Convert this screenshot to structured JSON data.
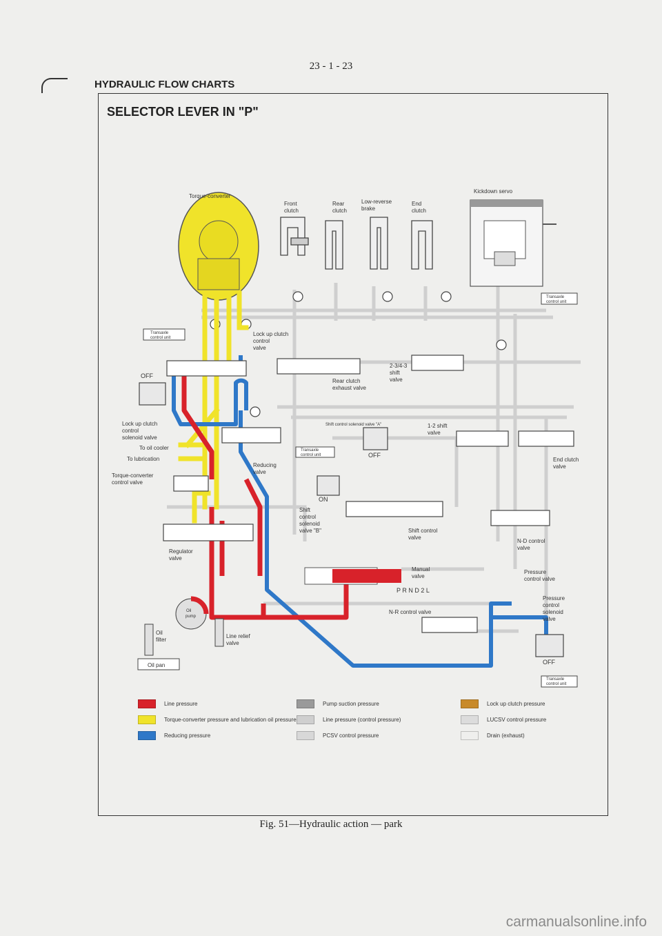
{
  "page": {
    "number": "23 - 1 - 23",
    "section_title": "HYDRAULIC FLOW CHARTS",
    "caption": "Fig. 51—Hydraulic action — park",
    "watermark": "carmanualsonline.info"
  },
  "diagram": {
    "title": "SELECTOR LEVER IN \"P\"",
    "labels": {
      "torque_converter": "Torque-converter",
      "front_clutch": [
        "Front",
        "clutch"
      ],
      "rear_clutch": [
        "Rear",
        "clutch"
      ],
      "low_reverse_brake": [
        "Low-reverse",
        "brake"
      ],
      "end_clutch": [
        "End",
        "clutch"
      ],
      "kickdown_servo": "Kickdown servo",
      "transaxle_unit": [
        "Transaxle",
        "control unit"
      ],
      "lock_up_clutch_control_valve": [
        "Lock up clutch",
        "control",
        "valve"
      ],
      "off_1": "OFF",
      "shift_valve_234": [
        "2-3/4-3",
        "shift",
        "valve"
      ],
      "rear_clutch_exhaust_valve": [
        "Rear clutch",
        "exhaust valve"
      ],
      "lock_up_solenoid": [
        "Lock up clutch",
        "control",
        "solenoid valve"
      ],
      "to_oil_cooler": "To oil cooler",
      "to_lubrication": "To lubrication",
      "shift_solenoid_a": "Shift control solenoid valve \"A\"",
      "off_2": "OFF",
      "shift_valve_12": [
        "1-2 shift",
        "valve"
      ],
      "end_clutch_valve": [
        "End clutch",
        "valve"
      ],
      "reducing_valve": [
        "Reducing",
        "valve"
      ],
      "tc_control_valve": [
        "Torque-converter",
        "control valve"
      ],
      "on": "ON",
      "shift_solenoid_b": [
        "Shift",
        "control",
        "solenoid",
        "valve \"B\""
      ],
      "shift_control_valve": [
        "Shift control",
        "valve"
      ],
      "nd_control_valve": [
        "N-D control",
        "valve"
      ],
      "regulator_valve": [
        "Regulator",
        "valve"
      ],
      "manual_valve": [
        "Manual",
        "valve"
      ],
      "prnd2l": "P R N D 2 L",
      "pressure_control_valve": [
        "Pressure",
        "control valve"
      ],
      "pcsv": [
        "Pressure",
        "control",
        "solenoid",
        "valve"
      ],
      "nr_control_valve": "N-R control valve",
      "oil_pump": [
        "Oil",
        "pump"
      ],
      "oil_filter": [
        "Oil",
        "filter"
      ],
      "line_relief_valve": [
        "Line relief",
        "valve"
      ],
      "oil_pan": "Oil pan",
      "off_3": "OFF"
    }
  },
  "legend": [
    {
      "label": "Line pressure",
      "color": "#d8222a"
    },
    {
      "label": "Pump suction pressure",
      "color": "#9a9a9a"
    },
    {
      "label": "Lock up clutch pressure",
      "color": "#c88a2a"
    },
    {
      "label": "Torque-converter pressure and lubrication oil pressure",
      "color": "#f0e32a"
    },
    {
      "label": "Line pressure (control pressure)",
      "color": "#cfcfcf"
    },
    {
      "label": "LUCSV control pressure",
      "color": "#dcdcdc"
    },
    {
      "label": "Reducing pressure",
      "color": "#2f78c8"
    },
    {
      "label": "PCSV control pressure",
      "color": "#d8d8d8"
    },
    {
      "label": "Drain (exhaust)",
      "color": "#efefed"
    }
  ],
  "colors": {
    "line_pressure": "#d8222a",
    "reducing_pressure": "#2f78c8",
    "torque_converter_pressure": "#f0e32a",
    "suction": "#9a9a9a",
    "drain": "#d9d9d9"
  }
}
